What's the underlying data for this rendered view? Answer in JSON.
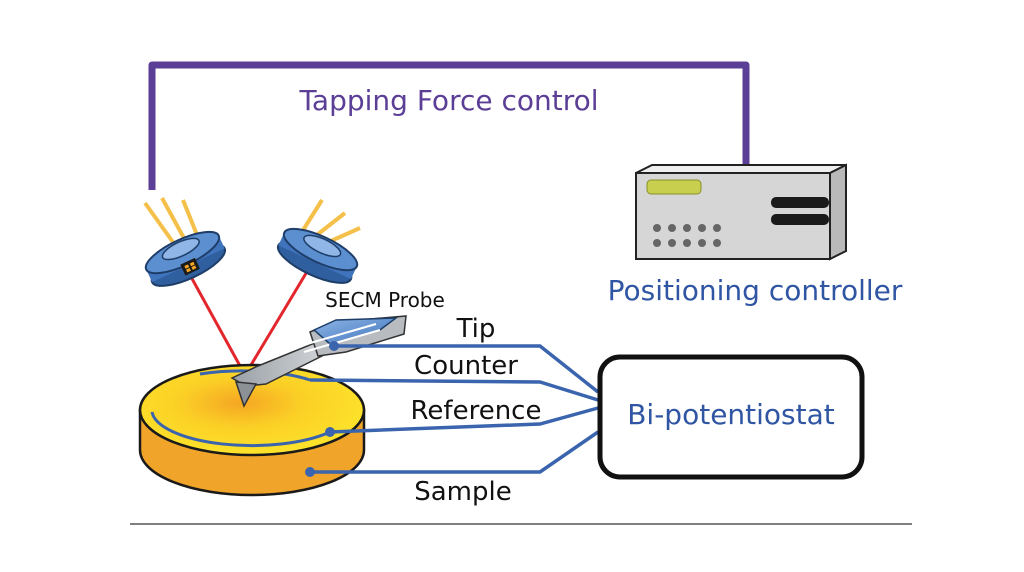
{
  "labels": {
    "feedback": "Tapping Force control",
    "controller": "Positioning controller",
    "probe": "SECM Probe",
    "tip": "Tip",
    "counter": "Counter",
    "reference": "Reference",
    "sample": "Sample",
    "potentiostat": "Bi-potentiostat"
  },
  "colors": {
    "feedback_line": "#5b3e96",
    "wire": "#3a64ad",
    "controller_text": "#2f55a3",
    "laser": "#e3262b",
    "gold_pins": "#f5c04a",
    "sample_top": "#fde02a",
    "sample_side": "#f0a52a",
    "probe": "#5c8fd0",
    "controller_body": "#d6d6d6",
    "controller_display": "#c8cf4e"
  },
  "icons": {
    "laser_source": "laser-diode-icon",
    "photodetector": "photodetector-icon",
    "controller": "controller-box-icon"
  }
}
